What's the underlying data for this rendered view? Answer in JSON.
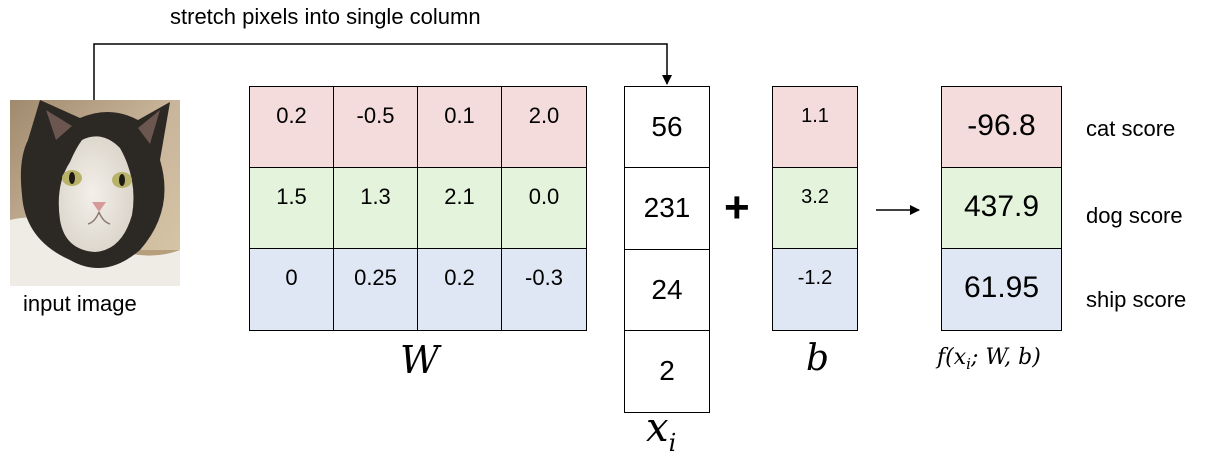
{
  "header": {
    "annotation": "stretch pixels into single column"
  },
  "input": {
    "caption": "input image"
  },
  "weights": {
    "symbol": "W",
    "rows": [
      [
        "0.2",
        "-0.5",
        "0.1",
        "2.0"
      ],
      [
        "1.5",
        "1.3",
        "2.1",
        "0.0"
      ],
      [
        "0",
        "0.25",
        "0.2",
        "-0.3"
      ]
    ]
  },
  "pixels": {
    "symbol_base": "x",
    "symbol_sub": "i",
    "values": [
      "56",
      "231",
      "24",
      "2"
    ]
  },
  "operator": "+",
  "bias": {
    "symbol": "b",
    "values": [
      "1.1",
      "3.2",
      "-1.2"
    ]
  },
  "scores": {
    "symbol": "f(x_i; W, b)",
    "values": [
      "-96.8",
      "437.9",
      "61.95"
    ],
    "labels": [
      "cat score",
      "dog score",
      "ship score"
    ]
  },
  "colors": {
    "row_cat": "#f4dcdc",
    "row_dog": "#e4f4dc",
    "row_ship": "#dfe6f4"
  }
}
